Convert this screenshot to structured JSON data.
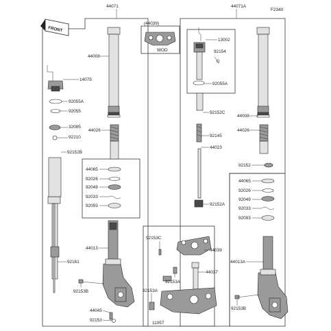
{
  "diagram": {
    "code": "F2340",
    "front_tag": "FRONT",
    "wod_tag": "WOD",
    "group_left": "44071",
    "group_right": "44071A",
    "group_inset": "(44039)",
    "labels": {
      "l44008": "44008",
      "l14075": "14075",
      "l92055A_l": "92055A",
      "l92055": "92055",
      "l32085": "32085",
      "l92210": "92210",
      "l92152B": "92152B",
      "l44026_l": "44026",
      "l44065_l": "44065",
      "l92026_l": "92026",
      "l92049_l": "92049",
      "l92033_l": "92033",
      "l92093_l": "92093",
      "l44013": "44013",
      "l92161": "92161",
      "l92153B_l": "92153B",
      "l44045": "44045",
      "l92153_b": "92153",
      "l13002": "13002",
      "l92154": "92154",
      "l92055A_c": "92055A",
      "l92152C": "92152C",
      "l92145": "92145",
      "l44023": "44023",
      "l92152A": "92152A",
      "l44008_r": "44008",
      "l44026_r": "44026",
      "l92152_r": "92152",
      "l44065_r": "44065",
      "l92026_r": "92026",
      "l92049_r": "92049",
      "l92033_r": "92033",
      "l92093_r": "92093",
      "l44013A": "44013A",
      "l92153B_r": "92153B",
      "l92153C": "92153C",
      "l44039": "44039",
      "l44037": "44037",
      "l92153A_c": "92153A",
      "l92153A_b": "92153A",
      "l11057": "11057"
    }
  }
}
